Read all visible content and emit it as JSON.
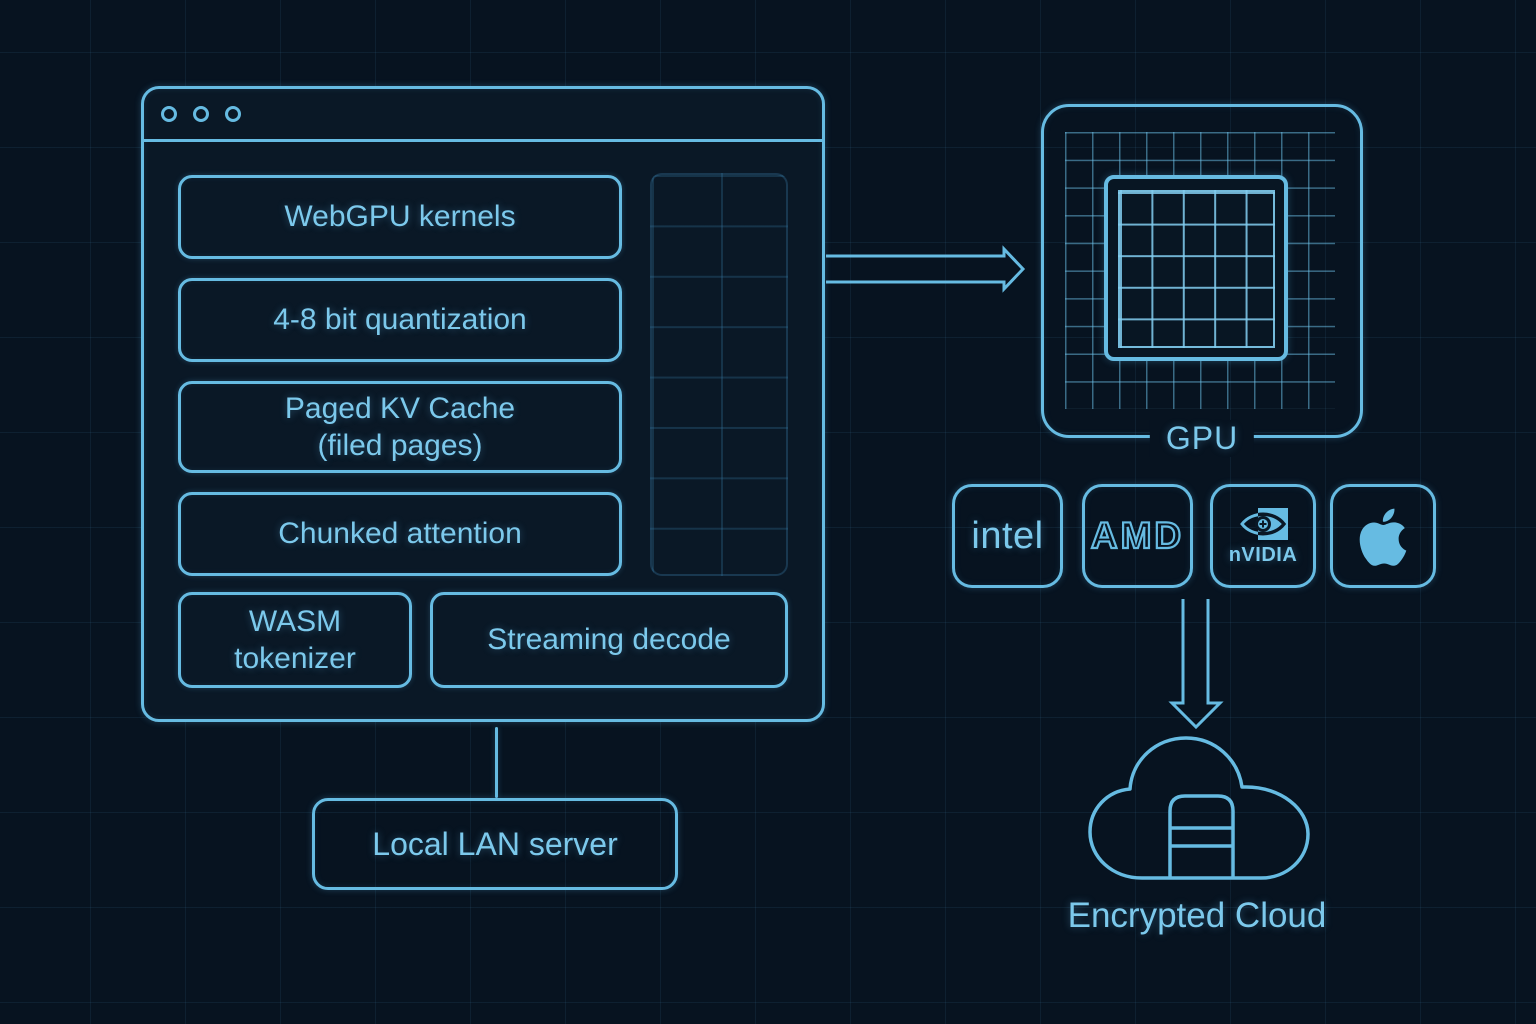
{
  "palette": {
    "background": "#071320",
    "accent": "#66bbe2",
    "text": "#7cc9ec",
    "faint_grid": "#123349"
  },
  "browser_window": {
    "window_controls": [
      "dot",
      "dot",
      "dot"
    ],
    "features": [
      {
        "label": "WebGPU kernels"
      },
      {
        "label": "4-8 bit quantization"
      },
      {
        "label": "Paged KV Cache",
        "sub": "(filed pages)"
      },
      {
        "label": "Chunked attention"
      },
      {
        "label": "WASM",
        "sub": "tokenizer"
      },
      {
        "label": "Streaming decode"
      }
    ]
  },
  "gpu": {
    "label": "GPU"
  },
  "vendors": [
    {
      "icon": "intel-logo",
      "label": "intel"
    },
    {
      "icon": "amd-logo",
      "label": "AMD"
    },
    {
      "icon": "nvidia-logo",
      "label": "nVIDIA"
    },
    {
      "icon": "apple-logo"
    }
  ],
  "cloud": {
    "label": "Encrypted Cloud"
  },
  "lan": {
    "label": "Local LAN server"
  }
}
